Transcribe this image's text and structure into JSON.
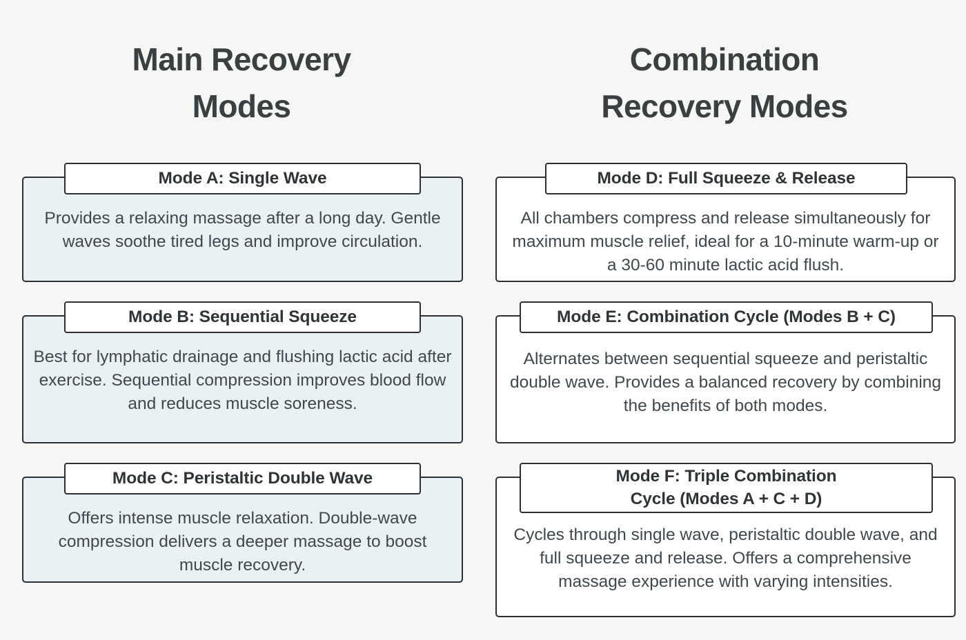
{
  "palette": {
    "background": "#f6f6f5",
    "card_tint": "#e9f1f4",
    "card_plain": "#ffffff",
    "border": "#2b2f33",
    "heading_text": "#3a3f41",
    "body_text": "#3f484c",
    "title_text": "#2f3437"
  },
  "columns": [
    {
      "id": "main-recovery-modes",
      "heading": "Main Recovery\nModes",
      "cards": [
        {
          "id": "mode-a",
          "title": "Mode A: Single Wave",
          "body": "Provides a relaxing massage after a long day. Gentle waves soothe tired legs and improve circulation."
        },
        {
          "id": "mode-b",
          "title": "Mode B: Sequential Squeeze",
          "body": "Best for lymphatic drainage and flushing lactic acid after exercise. Sequential compression improves blood flow and reduces muscle soreness."
        },
        {
          "id": "mode-c",
          "title": "Mode C: Peristaltic Double Wave",
          "body": "Offers intense muscle relaxation. Double-wave compression delivers a deeper massage to boost muscle recovery."
        }
      ]
    },
    {
      "id": "combination-recovery-modes",
      "heading": "Combination\nRecovery Modes",
      "cards": [
        {
          "id": "mode-d",
          "title": "Mode D: Full Squeeze & Release",
          "body": "All chambers compress and release simultaneously for maximum muscle relief, ideal for a 10-minute warm-up or a 30-60 minute lactic acid flush."
        },
        {
          "id": "mode-e",
          "title": "Mode E: Combination Cycle (Modes B + C)",
          "body": "Alternates between sequential squeeze and peristaltic double wave. Provides a balanced recovery by combining the benefits of both modes."
        },
        {
          "id": "mode-f",
          "title": "Mode F: Triple Combination\nCycle (Modes A + C + D)",
          "body": "Cycles through single wave, peristaltic double wave, and full squeeze and release. Offers a comprehensive massage experience with varying intensities."
        }
      ]
    }
  ]
}
